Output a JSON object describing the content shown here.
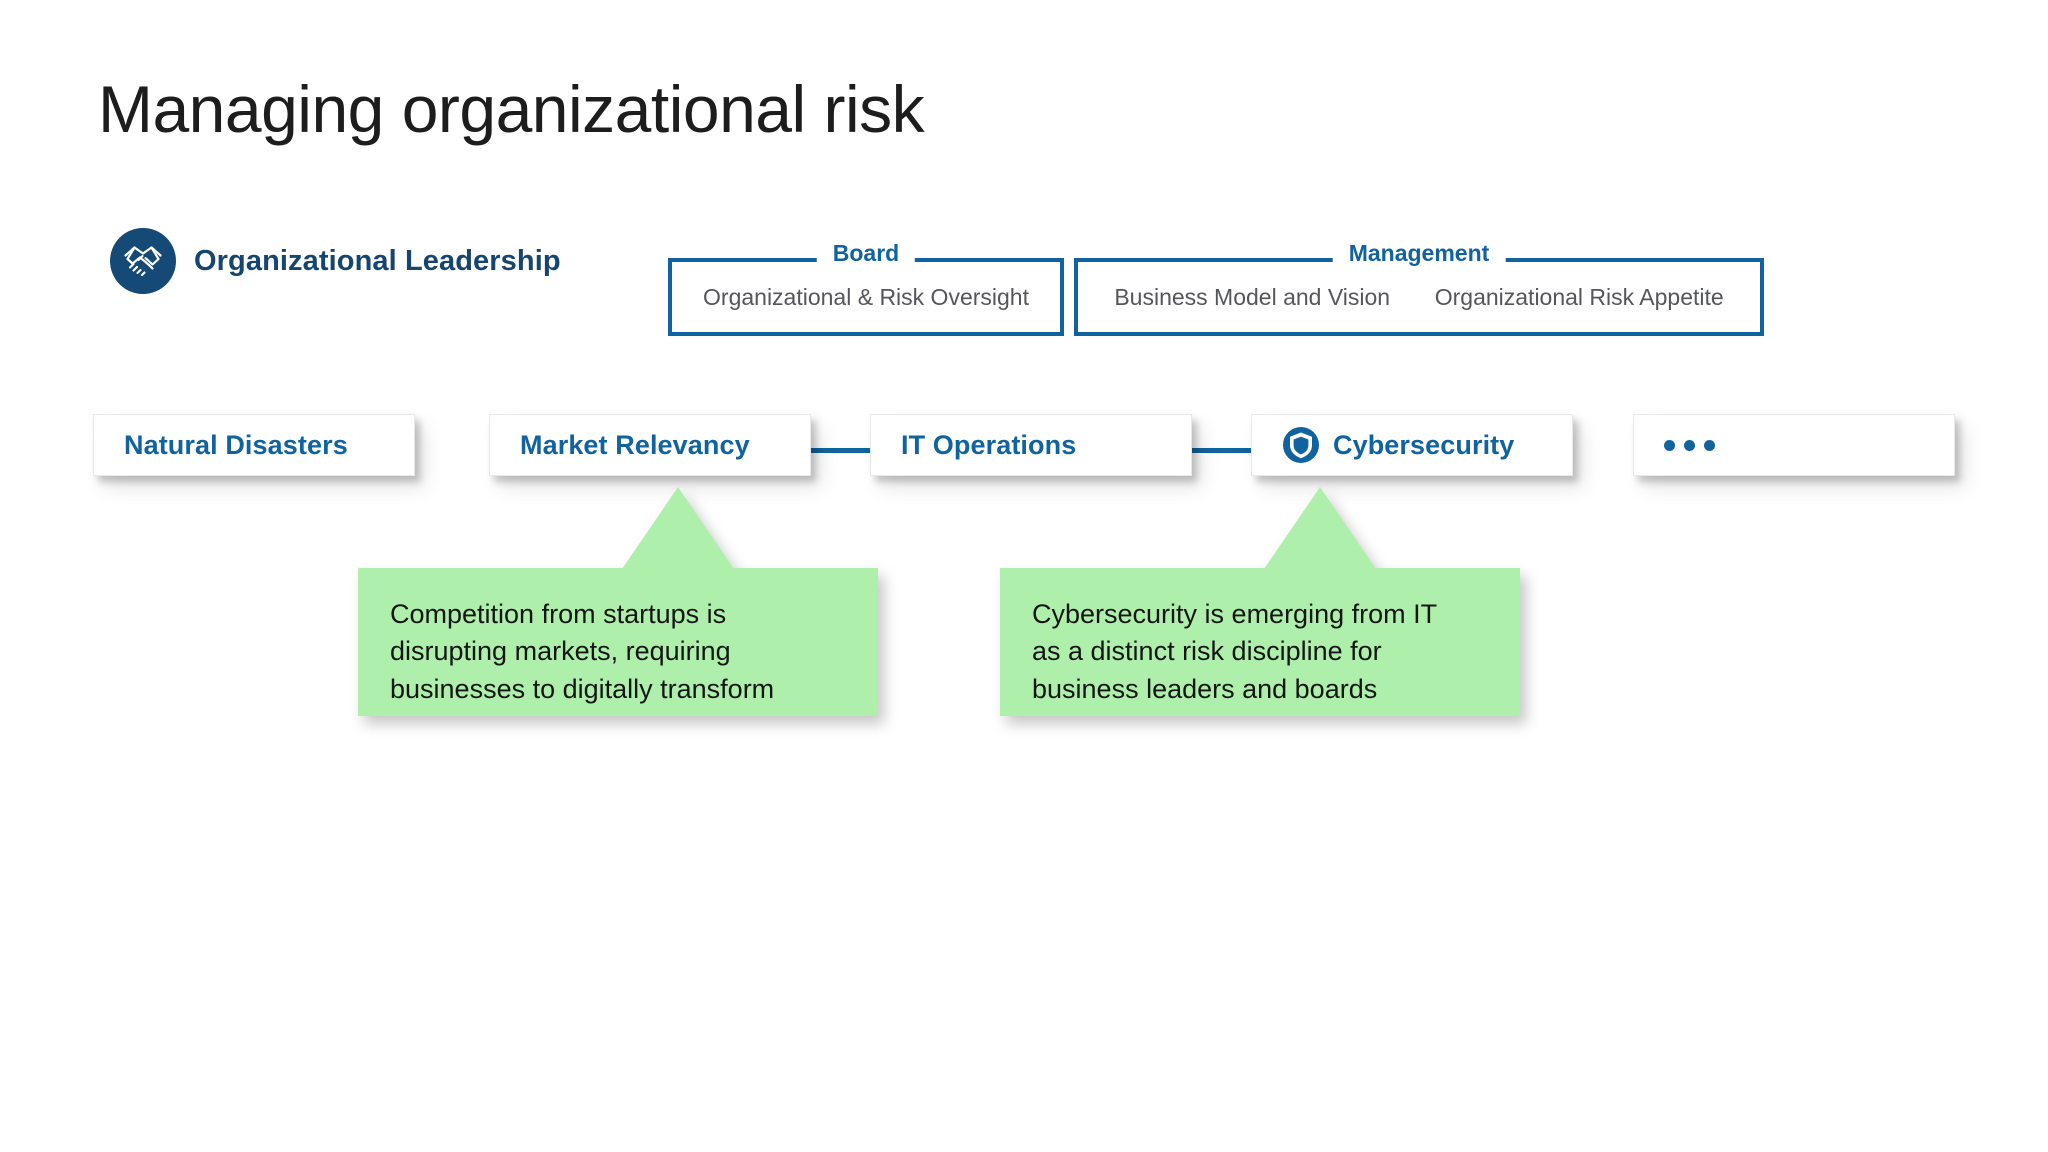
{
  "slide": {
    "title": "Managing organizational risk",
    "background_color": "#ffffff",
    "accent_blue": "#11639f",
    "deep_navy": "#154a76",
    "callout_green": "#aef0ab",
    "body_gray": "#55565a"
  },
  "leadership": {
    "icon": "handshake-icon",
    "label": "Organizational Leadership"
  },
  "governance": [
    {
      "id": "board",
      "legend": "Board",
      "items": [
        "Organizational & Risk Oversight"
      ]
    },
    {
      "id": "management",
      "legend": "Management",
      "items": [
        "Business Model and Vision",
        "Organizational Risk Appetite"
      ]
    }
  ],
  "risks": [
    {
      "id": "natural-disasters",
      "label": "Natural Disasters",
      "icon": null,
      "connector_after": false
    },
    {
      "id": "market-relevancy",
      "label": "Market Relevancy",
      "icon": null,
      "connector_after": true
    },
    {
      "id": "it-operations",
      "label": "IT Operations",
      "icon": null,
      "connector_after": true
    },
    {
      "id": "cybersecurity",
      "label": "Cybersecurity",
      "icon": "shield-icon",
      "connector_after": false
    },
    {
      "id": "more",
      "label": "•••",
      "icon": "ellipsis-icon",
      "connector_after": false
    }
  ],
  "callouts": [
    {
      "id": "market-relevancy-callout",
      "anchor": "market-relevancy",
      "text": "Competition from startups is\ndisrupting markets, requiring\nbusinesses to digitally transform"
    },
    {
      "id": "cybersecurity-callout",
      "anchor": "cybersecurity",
      "text": "Cybersecurity is emerging from IT\nas a distinct risk discipline for\nbusiness leaders and boards"
    }
  ]
}
